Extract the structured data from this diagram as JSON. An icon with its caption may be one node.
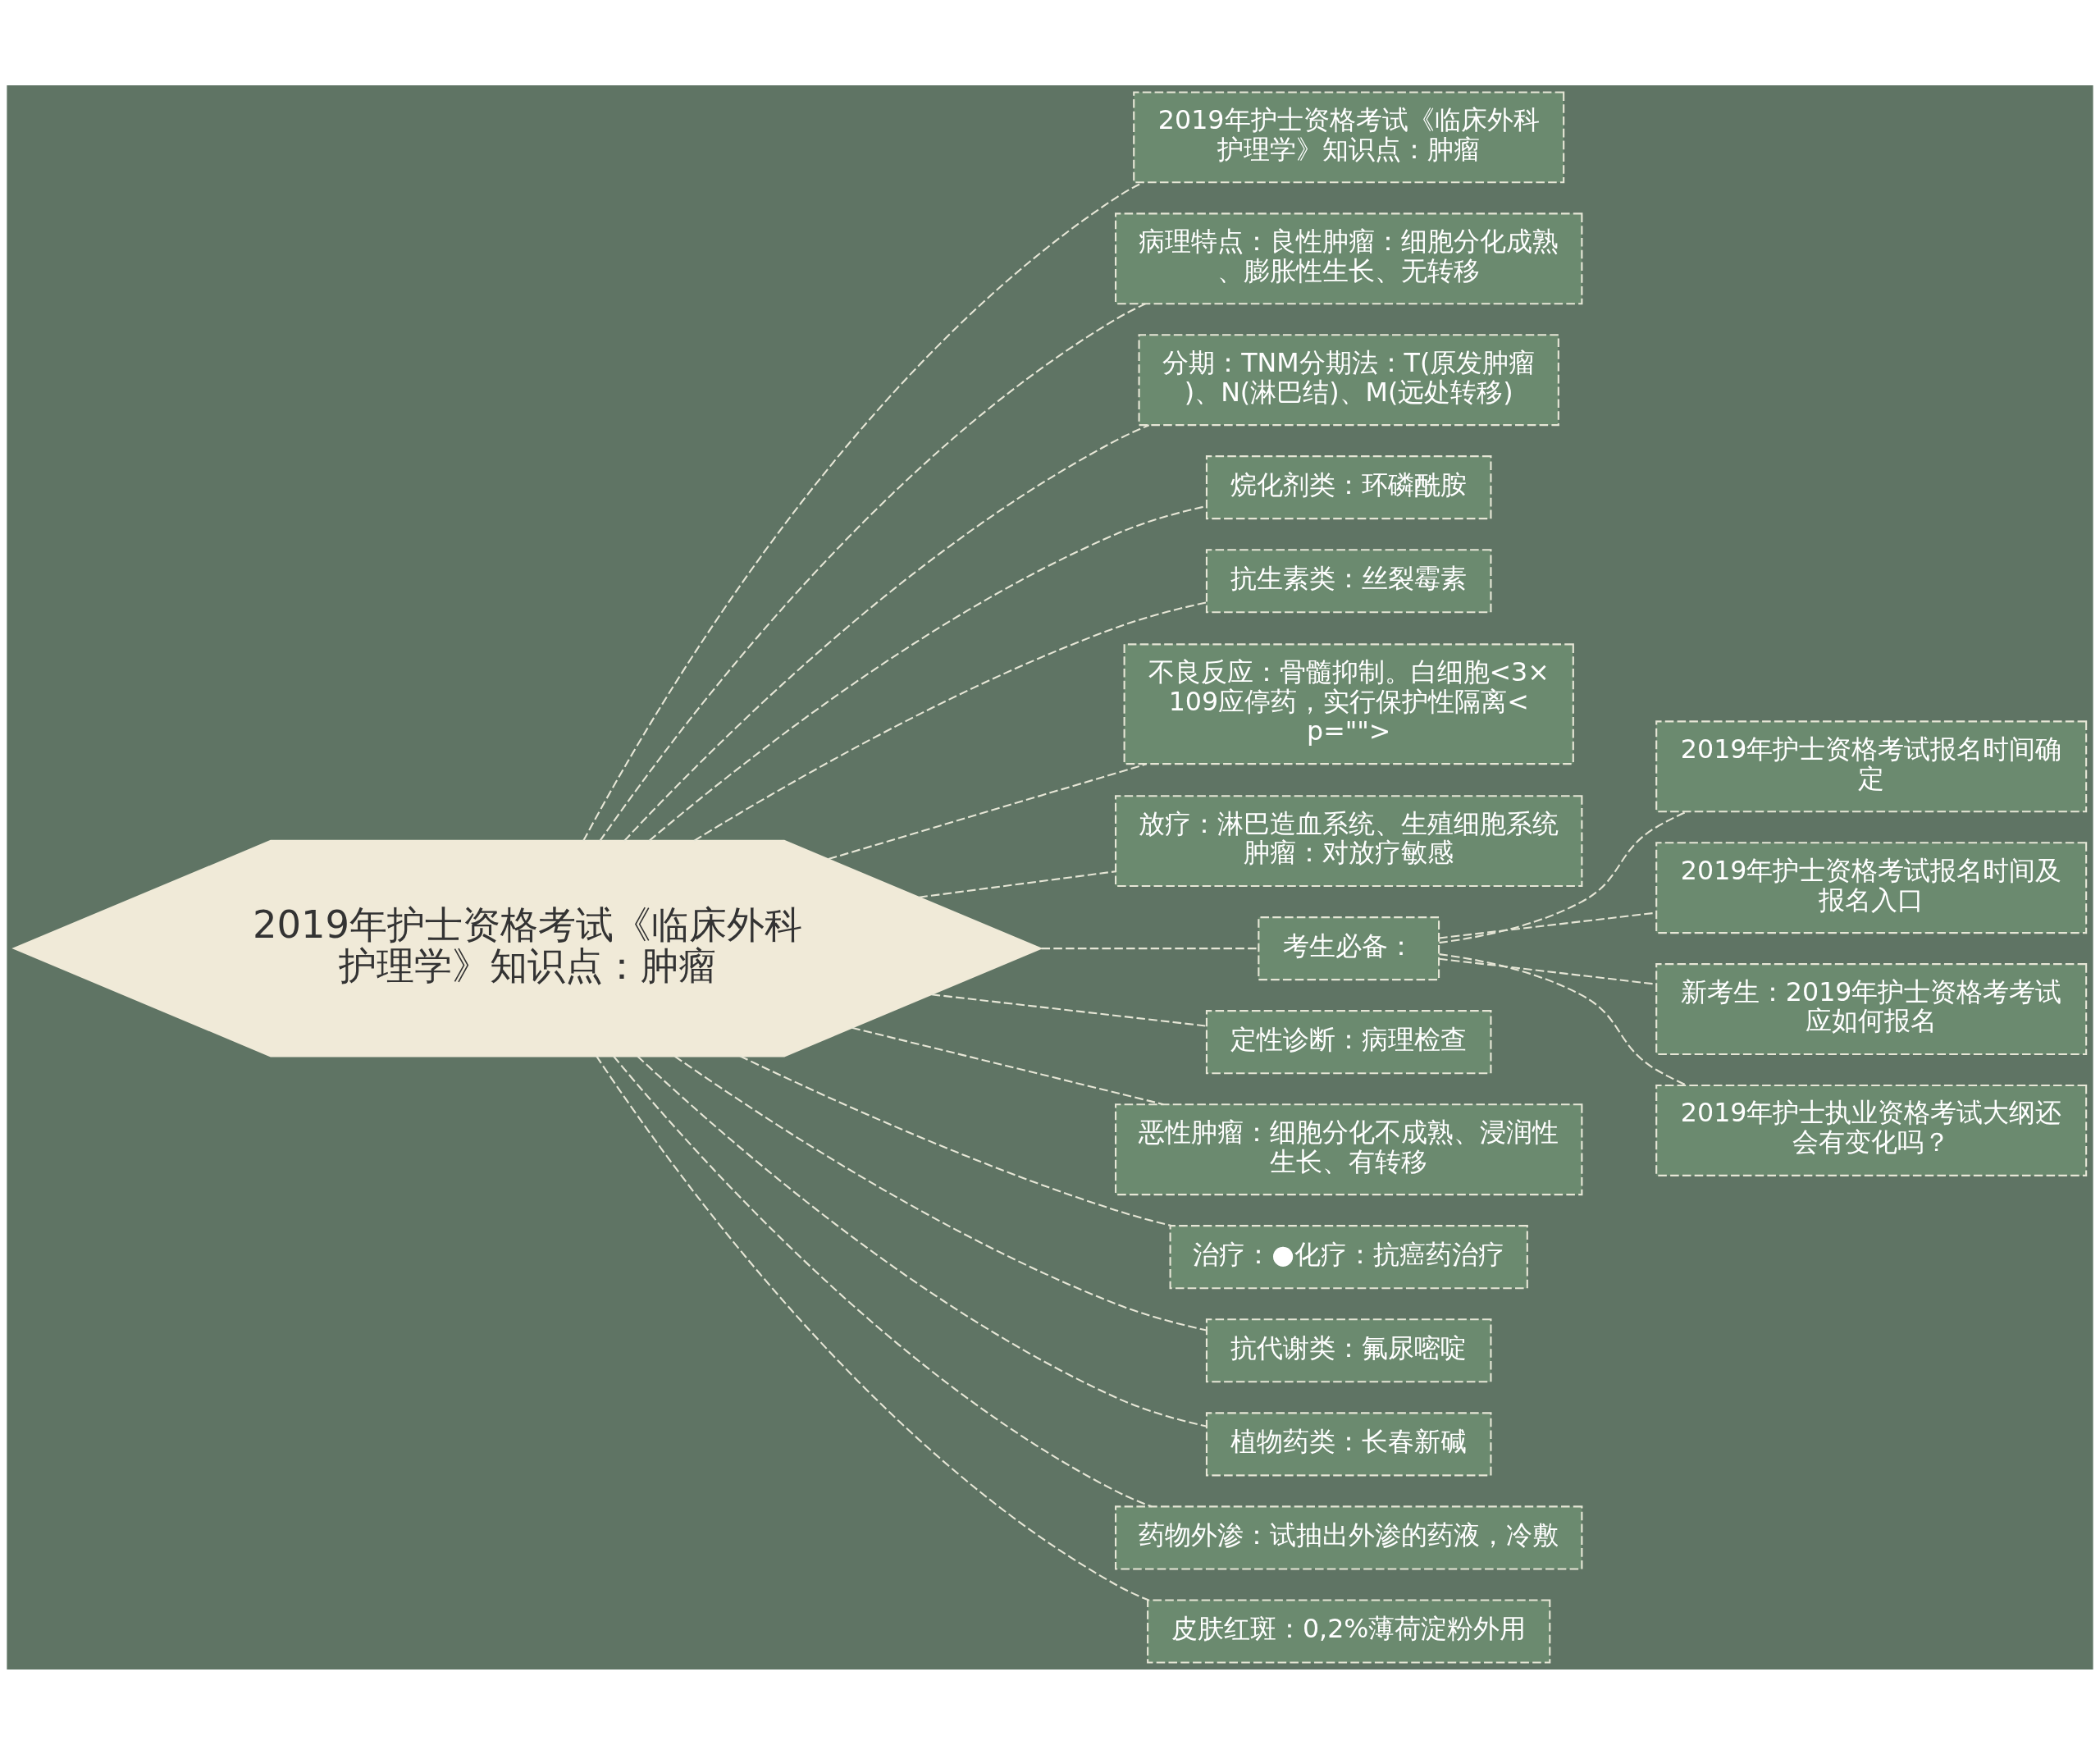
{
  "diagram": {
    "nodes": [
      {
        "text": [
          "2019年护士资格考试《临床外科护理学》知识点：肿瘤"
        ]
      },
      {
        "text": [
          "2019年护士资格考试《临床外科护理学》知识点：肿瘤"
        ]
      },
      {
        "text": [
          "病理特点：良性肿瘤：细胞分化成熟、膨胀性生长、无转移"
        ]
      },
      {
        "text": [
          "分期：TNM分期法：T(原发肿瘤)、N(淋巴结)、M(远处转移)"
        ]
      },
      {
        "text": [
          "烷化剂类：环磷酰胺"
        ]
      },
      {
        "text": [
          "抗生素类：丝裂霉素"
        ]
      },
      {
        "text": [
          "不良反应：骨髓抑制。白细胞<3×109应停药，实行保护性隔离< p=\"\">"
        ]
      },
      {
        "text": [
          "放疗：淋巴造血系统、生殖细胞系统肿瘤：对放疗敏感"
        ]
      },
      {
        "text": [
          "考生必备："
        ]
      },
      {
        "text": [
          "2019年护士资格考试报名时间确定"
        ]
      },
      {
        "text": [
          "2019年护士资格考试报名时间及报名入口"
        ]
      },
      {
        "text": [
          "新考生：2019年护士资格考考试应如何报名"
        ]
      },
      {
        "text": [
          "2019年护士执业资格考试大纲还会有变化吗？"
        ]
      },
      {
        "text": [
          "定性诊断：病理检查"
        ]
      },
      {
        "text": [
          "恶性肿瘤：细胞分化不成熟、浸润性生长、有转移"
        ]
      },
      {
        "text": [
          "治疗：●化疗：抗癌药治疗"
        ]
      },
      {
        "text": [
          "抗代谢类：氟尿嘧啶"
        ]
      },
      {
        "text": [
          "植物药类：长春新碱"
        ]
      },
      {
        "text": [
          "药物外渗：试抽出外渗的药液，冷敷"
        ]
      },
      {
        "text": [
          "皮肤红斑：0,2%薄荷淀粉外用"
        ]
      }
    ],
    "edges": [
      {
        "from": 0,
        "to": 1,
        "arrow": "none",
        "style": "dashed"
      },
      {
        "from": 0,
        "to": 2,
        "arrow": "none",
        "style": "dashed"
      },
      {
        "from": 0,
        "to": 3,
        "arrow": "none",
        "style": "dashed"
      },
      {
        "from": 0,
        "to": 4,
        "arrow": "none",
        "style": "dashed"
      },
      {
        "from": 0,
        "to": 5,
        "arrow": "none",
        "style": "dashed"
      },
      {
        "from": 0,
        "to": 6,
        "arrow": "none",
        "style": "dashed"
      },
      {
        "from": 0,
        "to": 7,
        "arrow": "none",
        "style": "dashed"
      },
      {
        "from": 0,
        "to": 8,
        "arrow": "none",
        "style": "dashed"
      },
      {
        "from": 8,
        "to": 9,
        "arrow": "none",
        "style": "dashed"
      },
      {
        "from": 8,
        "to": 10,
        "arrow": "none",
        "style": "dashed"
      },
      {
        "from": 8,
        "to": 11,
        "arrow": "none",
        "style": "dashed"
      },
      {
        "from": 8,
        "to": 12,
        "arrow": "none",
        "style": "dashed"
      },
      {
        "from": 0,
        "to": 13,
        "arrow": "none",
        "style": "dashed"
      },
      {
        "from": 0,
        "to": 14,
        "arrow": "none",
        "style": "dashed"
      },
      {
        "from": 0,
        "to": 15,
        "arrow": "none",
        "style": "dashed"
      },
      {
        "from": 0,
        "to": 16,
        "arrow": "none",
        "style": "dashed"
      },
      {
        "from": 0,
        "to": 17,
        "arrow": "none",
        "style": "dashed"
      },
      {
        "from": 0,
        "to": 18,
        "arrow": "none",
        "style": "dashed"
      },
      {
        "from": 0,
        "to": 19,
        "arrow": "none",
        "style": "dashed"
      }
    ]
  }
}
